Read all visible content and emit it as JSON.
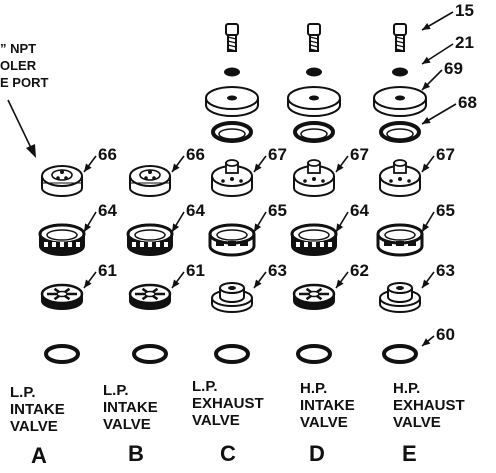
{
  "callout": {
    "text": "” NPT\nOLER\nE PORT"
  },
  "columns": [
    {
      "letter": "A",
      "label": "L.P.\nINTAKE\nVALVE",
      "parts": [
        {
          "type": "cap",
          "num": "66"
        },
        {
          "type": "cage-intake",
          "num": "64"
        },
        {
          "type": "plate",
          "num": "61"
        },
        {
          "type": "gasket",
          "num": ""
        }
      ]
    },
    {
      "letter": "B",
      "label": "L.P.\nINTAKE\nVALVE",
      "parts": [
        {
          "type": "cap",
          "num": "66"
        },
        {
          "type": "cage-intake",
          "num": "64"
        },
        {
          "type": "plate",
          "num": "61"
        },
        {
          "type": "gasket",
          "num": ""
        }
      ]
    },
    {
      "letter": "C",
      "label": "L.P.\nEXHAUST\nVALVE",
      "parts": [
        {
          "type": "bolt",
          "num": ""
        },
        {
          "type": "washer",
          "num": ""
        },
        {
          "type": "disc",
          "num": ""
        },
        {
          "type": "ring",
          "num": ""
        },
        {
          "type": "cap-tall",
          "num": "67"
        },
        {
          "type": "cage-exhaust",
          "num": "65"
        },
        {
          "type": "seat",
          "num": "63"
        },
        {
          "type": "gasket",
          "num": ""
        }
      ]
    },
    {
      "letter": "D",
      "label": "H.P.\nINTAKE\nVALVE",
      "parts": [
        {
          "type": "bolt",
          "num": ""
        },
        {
          "type": "washer",
          "num": ""
        },
        {
          "type": "disc",
          "num": ""
        },
        {
          "type": "ring",
          "num": ""
        },
        {
          "type": "cap-tall",
          "num": "67"
        },
        {
          "type": "cage-intake",
          "num": "64"
        },
        {
          "type": "plate",
          "num": "62"
        },
        {
          "type": "gasket",
          "num": ""
        }
      ]
    },
    {
      "letter": "E",
      "label": "H.P.\nEXHAUST\nVALVE",
      "parts": [
        {
          "type": "bolt",
          "num": "15"
        },
        {
          "type": "washer",
          "num": "21"
        },
        {
          "type": "disc",
          "num": "69"
        },
        {
          "type": "ring",
          "num": "68"
        },
        {
          "type": "cap-tall",
          "num": "67"
        },
        {
          "type": "cage-exhaust",
          "num": "65"
        },
        {
          "type": "seat",
          "num": "63"
        },
        {
          "type": "gasket",
          "num": "60"
        }
      ]
    }
  ],
  "colors": {
    "ink": "#111111",
    "paper": "#ffffff"
  }
}
